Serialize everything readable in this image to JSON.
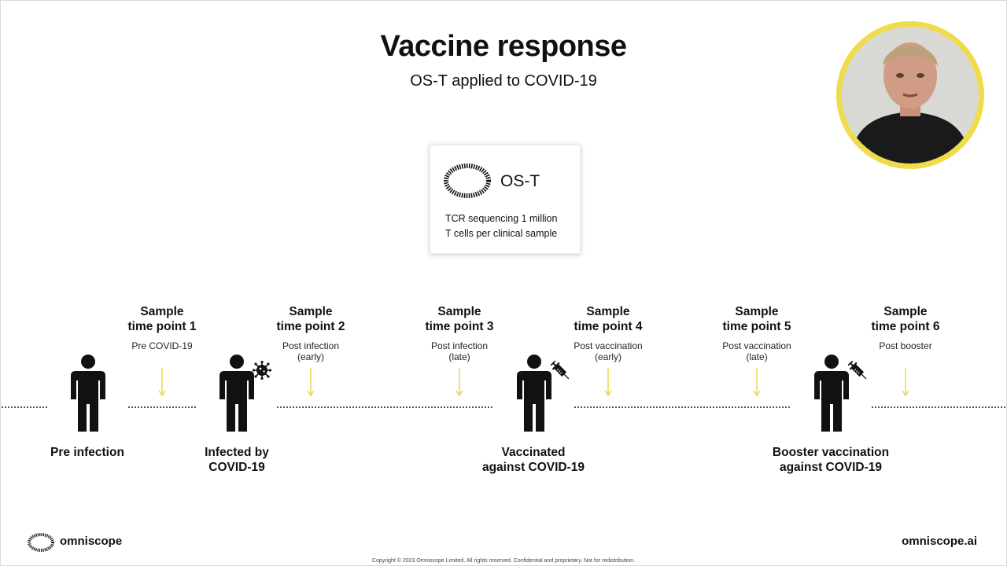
{
  "slide": {
    "title": "Vaccine response",
    "subtitle": "OS-T applied to COVID-19"
  },
  "card": {
    "name": "OS-T",
    "desc_line1": "TCR sequencing 1 million",
    "desc_line2": "T cells per clinical sample"
  },
  "sample_points": [
    {
      "line1": "Sample",
      "line2": "time point 1",
      "sub1": "Pre COVID-19",
      "sub2": ""
    },
    {
      "line1": "Sample",
      "line2": "time point 2",
      "sub1": "Post infection",
      "sub2": "(early)"
    },
    {
      "line1": "Sample",
      "line2": "time point 3",
      "sub1": "Post infection",
      "sub2": "(late)"
    },
    {
      "line1": "Sample",
      "line2": "time point 4",
      "sub1": "Post vaccination",
      "sub2": "(early)"
    },
    {
      "line1": "Sample",
      "line2": "time point 5",
      "sub1": "Post vaccination",
      "sub2": "(late)"
    },
    {
      "line1": "Sample",
      "line2": "time point 6",
      "sub1": "Post booster",
      "sub2": ""
    }
  ],
  "events": [
    {
      "line1": "Pre infection",
      "line2": ""
    },
    {
      "line1": "Infected by",
      "line2": "COVID-19"
    },
    {
      "line1": "Vaccinated",
      "line2": "against COVID-19"
    },
    {
      "line1": "Booster vaccination",
      "line2": "against COVID-19"
    }
  ],
  "footer": {
    "brand": "omniscope",
    "url": "omniscope.ai",
    "copyright": "Copyright © 2023 Omniscope Limited. All rights reserved. Confidential and proprietary. Not for redistribution."
  },
  "colors": {
    "accent": "#f0dc4a",
    "arrow": "#e8d84a",
    "text": "#111111"
  },
  "icons": [
    "person-icon",
    "virus-icon",
    "syringe-icon",
    "omniscope-logo-icon",
    "down-arrow-icon"
  ]
}
